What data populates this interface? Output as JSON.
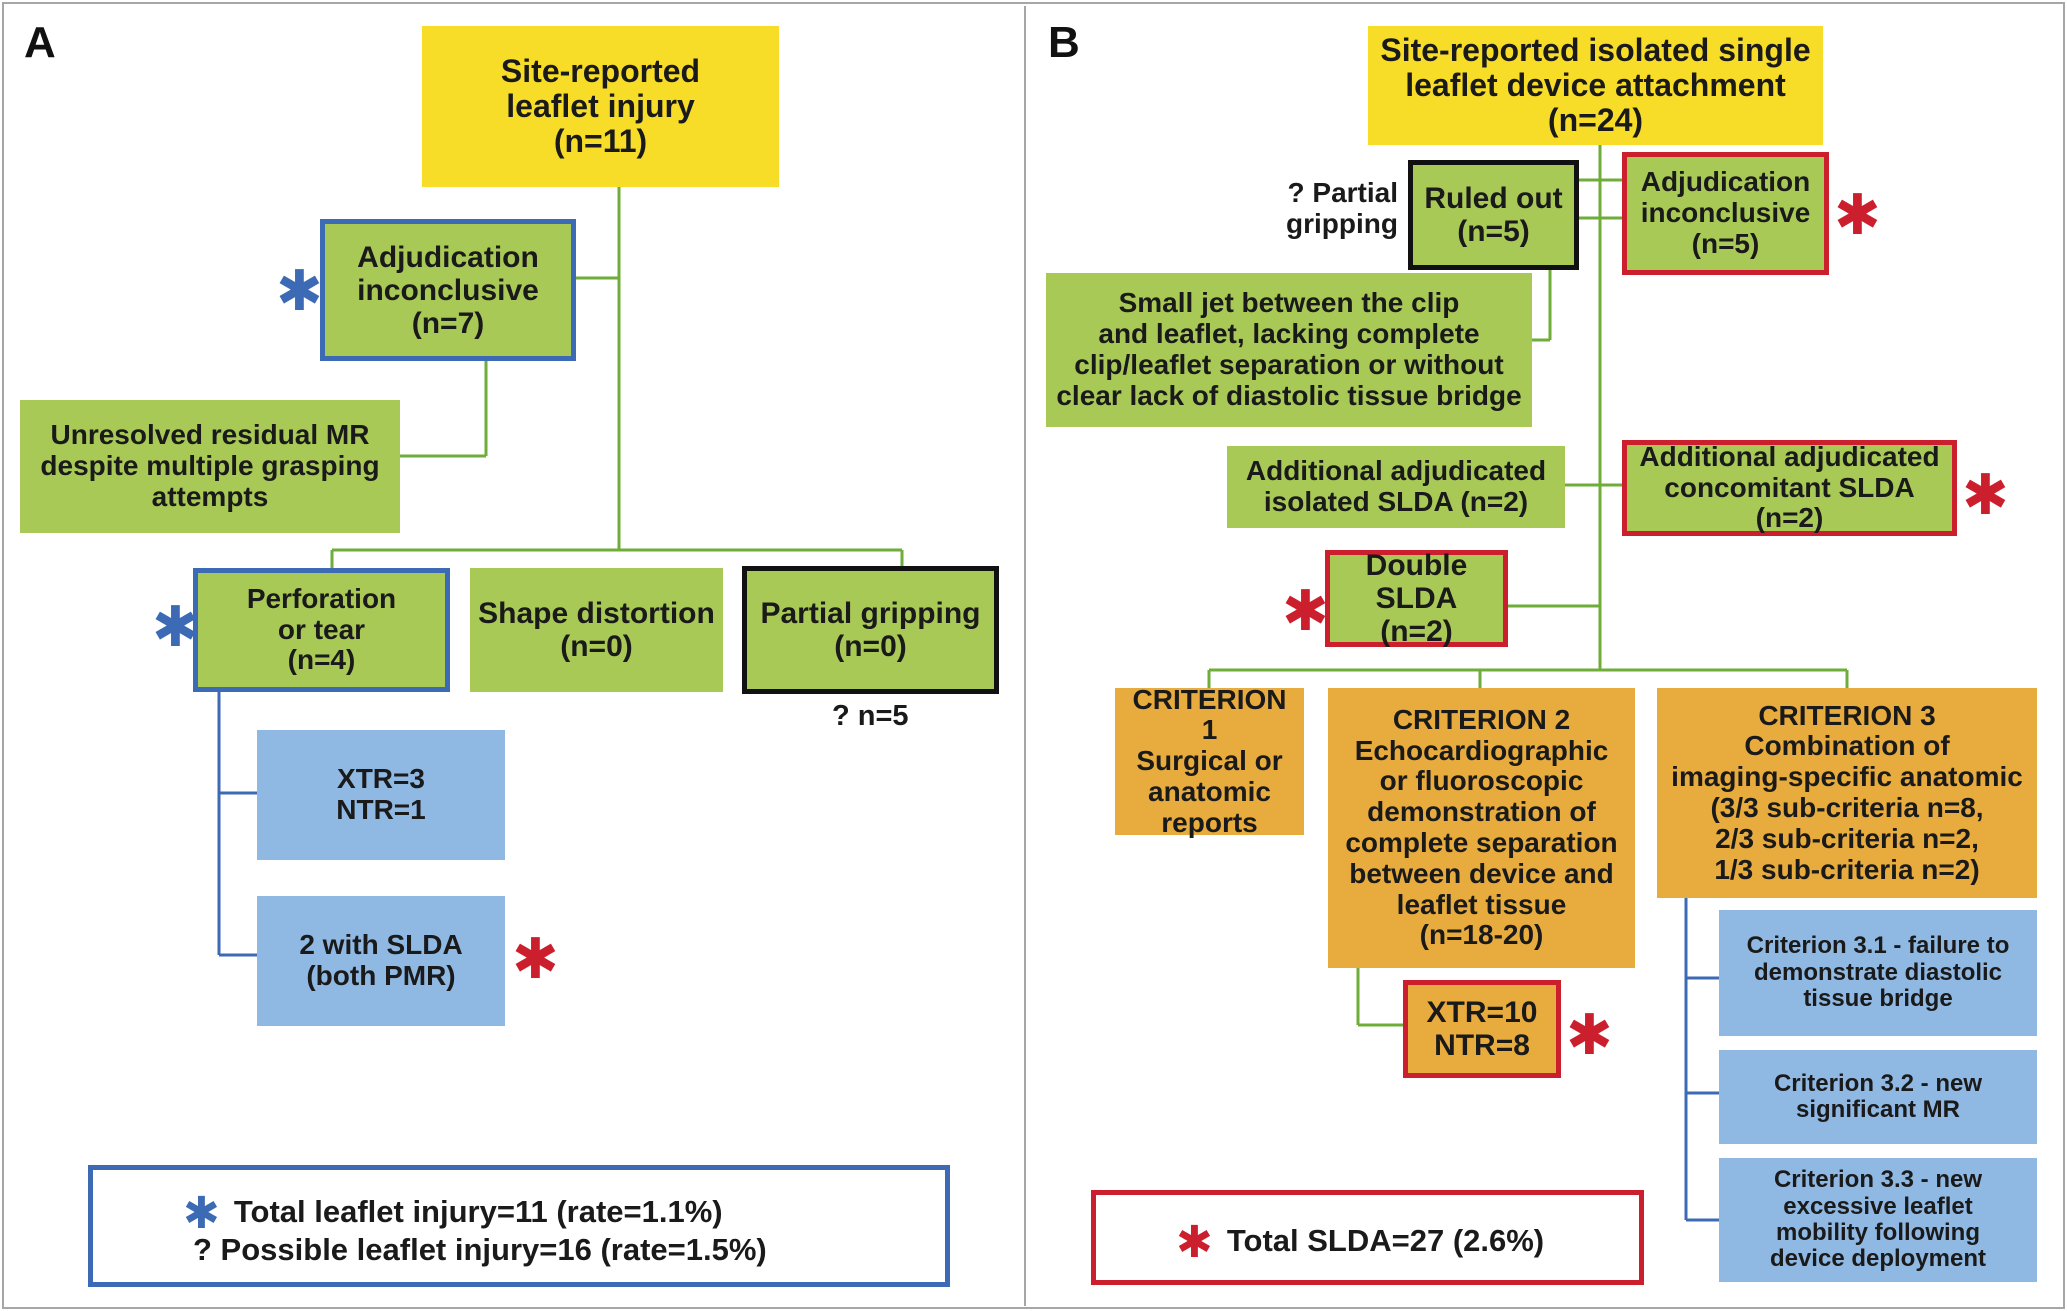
{
  "colors": {
    "yellow": "#f7dc28",
    "green": "#a9c957",
    "orange": "#e8ac3e",
    "blue_fill": "#8fb8e3",
    "blue_border": "#3d6ab5",
    "red_border": "#cc1f2e",
    "black_border": "#111111",
    "connector": "#6fad3a"
  },
  "icons": {
    "blue_asterisk": "✱",
    "red_asterisk": "✱"
  },
  "panel_a": {
    "letter": "A",
    "root": {
      "line1": "Site-reported",
      "line2": "leaflet injury",
      "line3": "(n=11)"
    },
    "adjudication": {
      "line1": "Adjudication",
      "line2": "inconclusive",
      "line3": "(n=7)"
    },
    "unresolved": {
      "line1": "Unresolved residual MR",
      "line2": "despite multiple grasping",
      "line3": "attempts"
    },
    "perforation": {
      "line1": "Perforation",
      "line2": "or tear",
      "line3": "(n=4)"
    },
    "shape": {
      "line1": "Shape distortion",
      "line2": "(n=0)"
    },
    "partial": {
      "line1": "Partial gripping",
      "line2": "(n=0)",
      "note": "? n=5"
    },
    "xtr": {
      "line1": "XTR=3",
      "line2": "NTR=1"
    },
    "slda": {
      "line1": "2 with SLDA",
      "line2": "(both PMR)"
    },
    "legend": {
      "line1": "Total leaflet injury=11 (rate=1.1%)",
      "line2": "? Possible leaflet injury=16 (rate=1.5%)"
    }
  },
  "panel_b": {
    "letter": "B",
    "root": {
      "line1": "Site-reported isolated single",
      "line2": "leaflet device attachment",
      "line3": "(n=24)"
    },
    "partial_gripping_label": {
      "line1": "? Partial",
      "line2": "gripping"
    },
    "ruled_out": {
      "line1": "Ruled out",
      "line2": "(n=5)"
    },
    "small_jet": {
      "line1": "Small jet between the clip",
      "line2": "and leaflet, lacking complete",
      "line3": "clip/leaflet separation or without",
      "line4": "clear lack of diastolic tissue bridge"
    },
    "adj_inconclusive": {
      "line1": "Adjudication",
      "line2": "inconclusive",
      "line3": "(n=5)"
    },
    "isolated_slda": {
      "line1": "Additional adjudicated",
      "line2": "isolated SLDA (n=2)"
    },
    "concomitant_slda": {
      "line1": "Additional adjudicated",
      "line2": "concomitant SLDA (n=2)"
    },
    "double_slda": {
      "line1": "Double SLDA",
      "line2": "(n=2)"
    },
    "criterion1": {
      "line1": "CRITERION 1",
      "line2": "Surgical or",
      "line3": "anatomic",
      "line4": "reports"
    },
    "criterion2": {
      "line1": "CRITERION 2",
      "line2": "Echocardiographic",
      "line3": "or fluoroscopic",
      "line4": "demonstration of",
      "line5": "complete separation",
      "line6": "between device and",
      "line7": "leaflet tissue",
      "line8": "(n=18-20)"
    },
    "criterion3": {
      "line1": "CRITERION 3",
      "line2": "Combination of",
      "line3": "imaging-specific anatomic",
      "line4": "(3/3 sub-criteria n=8,",
      "line5": "2/3 sub-criteria n=2,",
      "line6": "1/3 sub-criteria n=2)"
    },
    "xtr_ntr": {
      "line1": "XTR=10",
      "line2": "NTR=8"
    },
    "sub31": {
      "line1": "Criterion 3.1 - failure to",
      "line2": "demonstrate diastolic",
      "line3": "tissue bridge"
    },
    "sub32": {
      "line1": "Criterion 3.2 - new",
      "line2": "significant MR"
    },
    "sub33": {
      "line1": "Criterion 3.3 - new",
      "line2": "excessive leaflet",
      "line3": "mobility following",
      "line4": "device deployment"
    },
    "legend": {
      "line1": "Total SLDA=27 (2.6%)"
    }
  }
}
